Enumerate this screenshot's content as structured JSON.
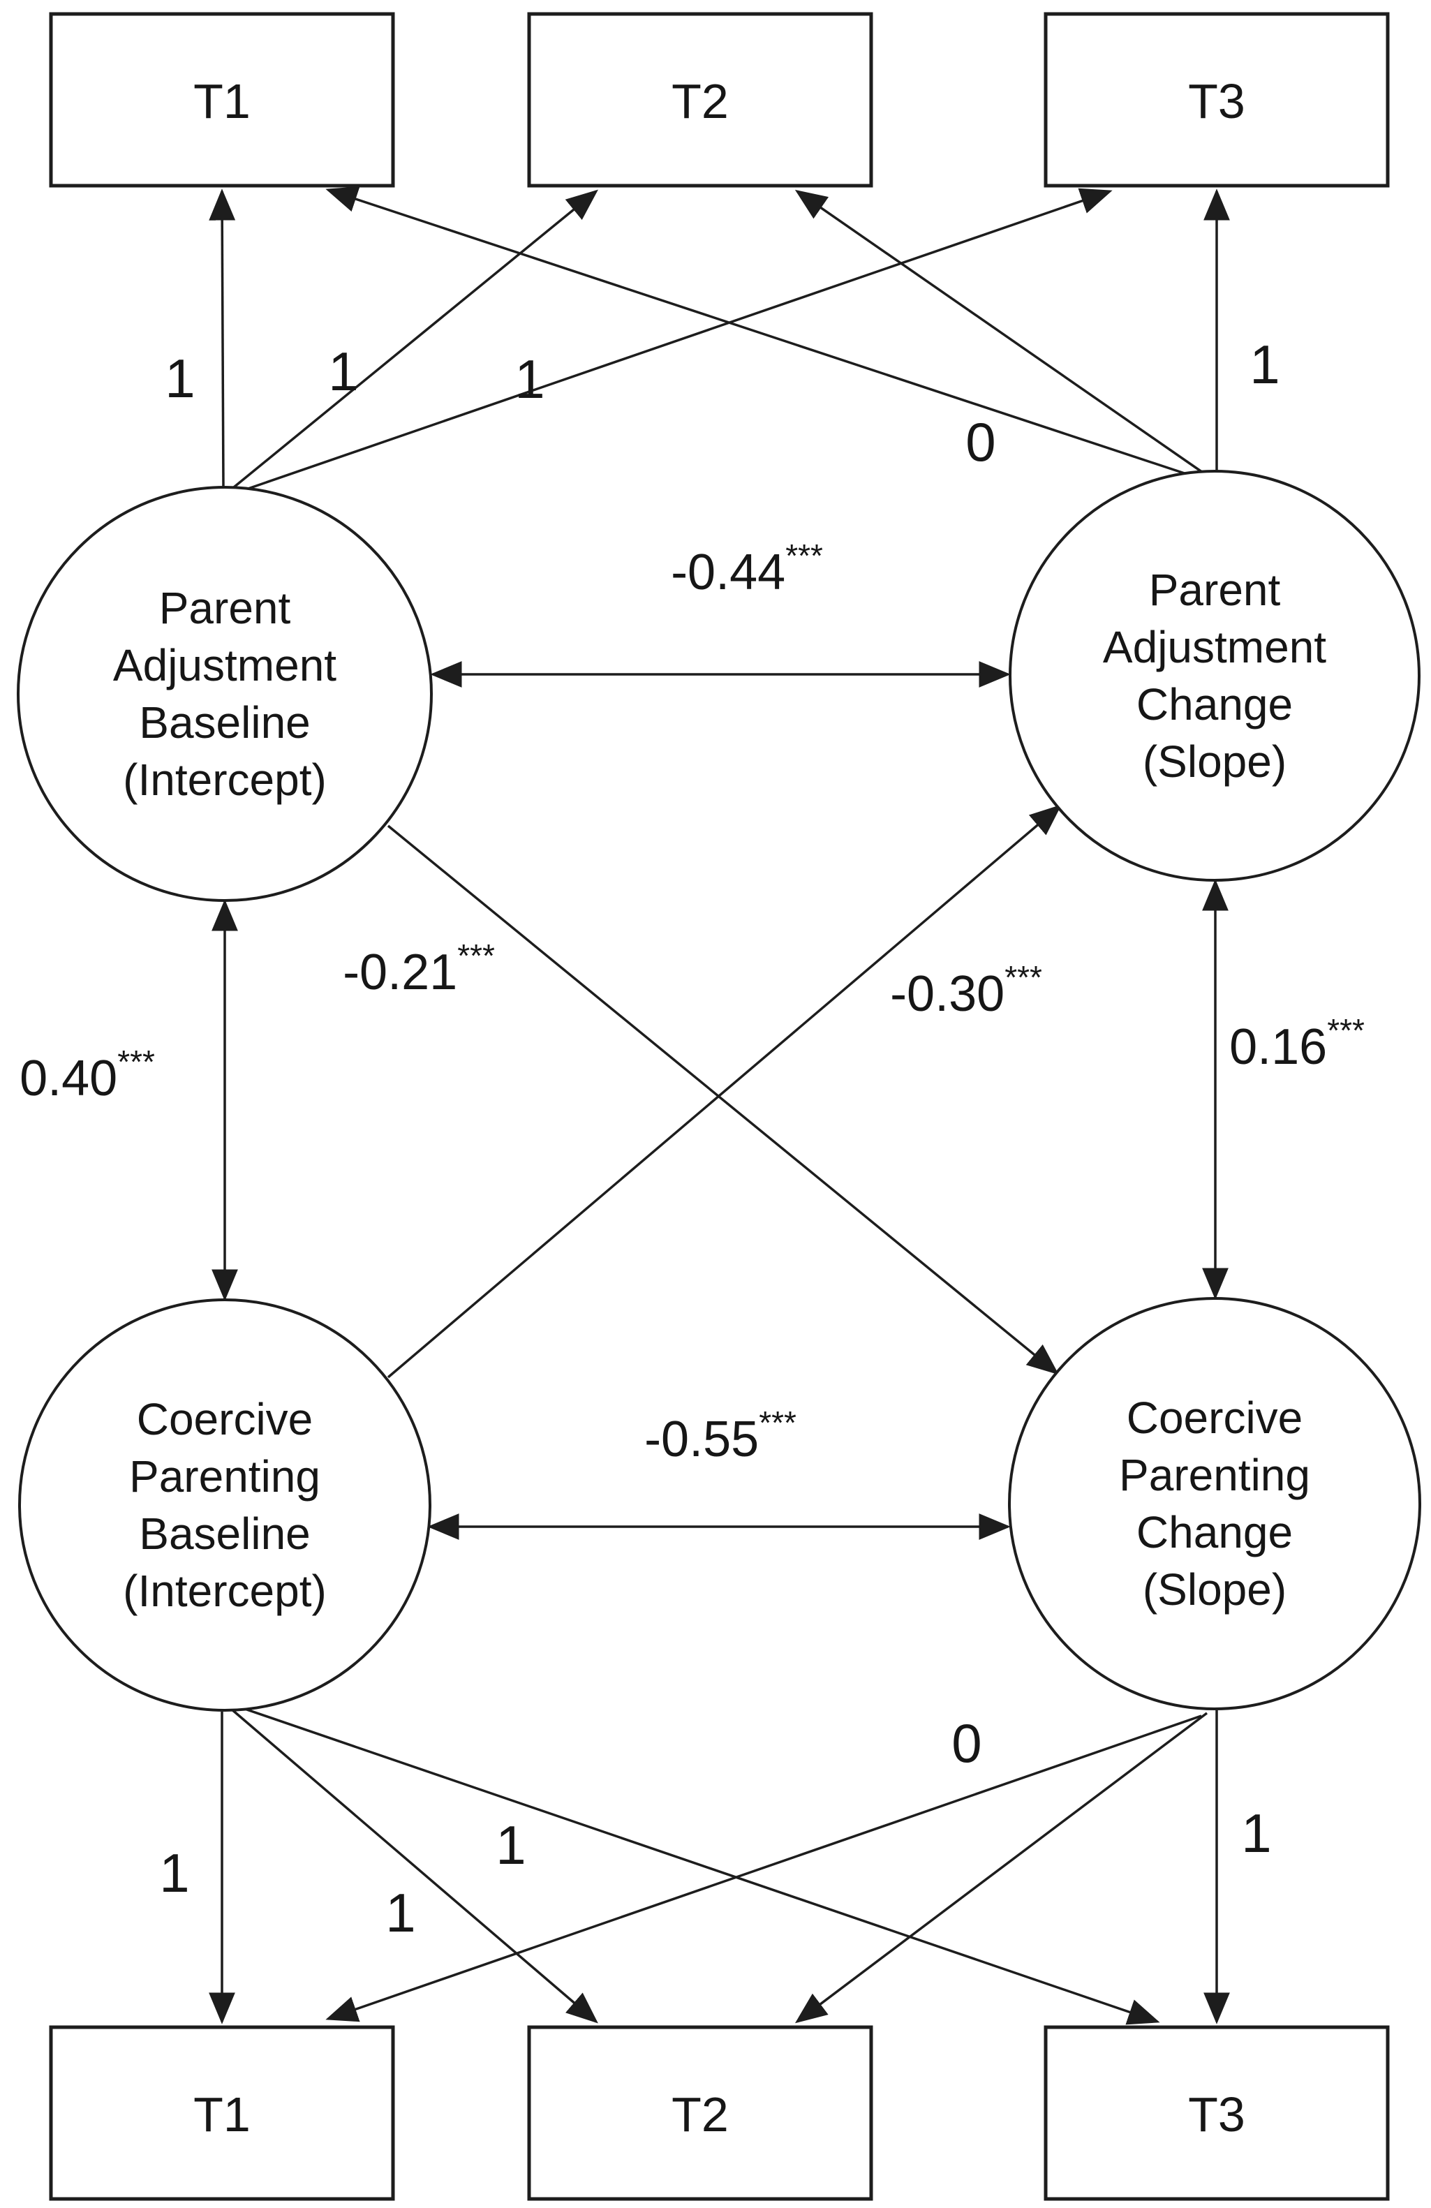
{
  "figure": {
    "type": "sem-path-diagram",
    "observed_top": [
      {
        "label": "T1"
      },
      {
        "label": "T2"
      },
      {
        "label": "T3"
      }
    ],
    "observed_bottom": [
      {
        "label": "T1"
      },
      {
        "label": "T2"
      },
      {
        "label": "T3"
      }
    ],
    "latent": {
      "pab": {
        "lines": [
          "Parent",
          "Adjustment",
          "Baseline",
          "(Intercept)"
        ]
      },
      "pac": {
        "lines": [
          "Parent",
          "Adjustment",
          "Change",
          "(Slope)"
        ]
      },
      "cpb": {
        "lines": [
          "Coercive",
          "Parenting",
          "Baseline",
          "(Intercept)"
        ]
      },
      "cpc": {
        "lines": [
          "Coercive",
          "Parenting",
          "Change",
          "(Slope)"
        ]
      }
    },
    "estimates": {
      "pab_pac": {
        "value": "-0.44",
        "stars": "***"
      },
      "cpb_cpc": {
        "value": "-0.55",
        "stars": "***"
      },
      "pab_cpb": {
        "value": "0.40",
        "stars": "***"
      },
      "pac_cpc": {
        "value": "0.16",
        "stars": "***"
      },
      "pab_to_cpc": {
        "value": "-0.21",
        "stars": "***"
      },
      "cpb_to_pac": {
        "value": "-0.30",
        "stars": "***"
      }
    },
    "loadings_top": {
      "pab_t1": "1",
      "pab_t2": "1",
      "pab_t3": "1",
      "pac_t1": "0",
      "pac_t3": "1"
    },
    "loadings_bottom": {
      "cpb_t1": "1",
      "cpb_t2": "1",
      "cpb_t3": "1",
      "cpc_t1": "0",
      "cpc_t3": "1"
    }
  }
}
